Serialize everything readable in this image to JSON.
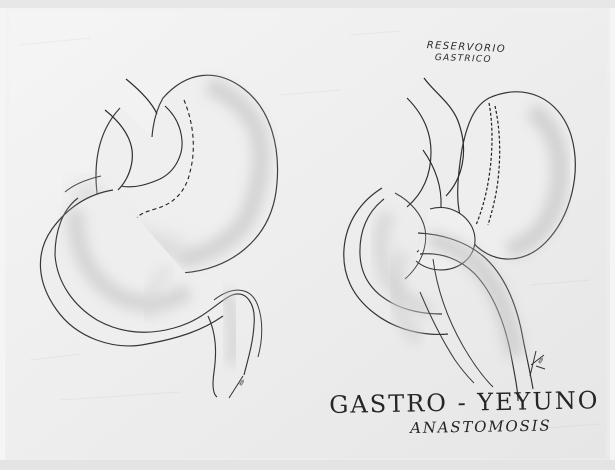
{
  "labels": {
    "reservorio_line1": "RESERVORIO",
    "reservorio_line2": "GASTRICO",
    "gastro_yeyuno": "GASTRO - YEYUNO",
    "anastomosis": "ANASTOMOSIS"
  },
  "colors": {
    "paper": "#f3f3f3",
    "pencil": "#303030",
    "shadow": "#c9c9c9"
  },
  "icons": {
    "artist_signature_left": "artist-signature",
    "artist_signature_right": "artist-signature"
  }
}
